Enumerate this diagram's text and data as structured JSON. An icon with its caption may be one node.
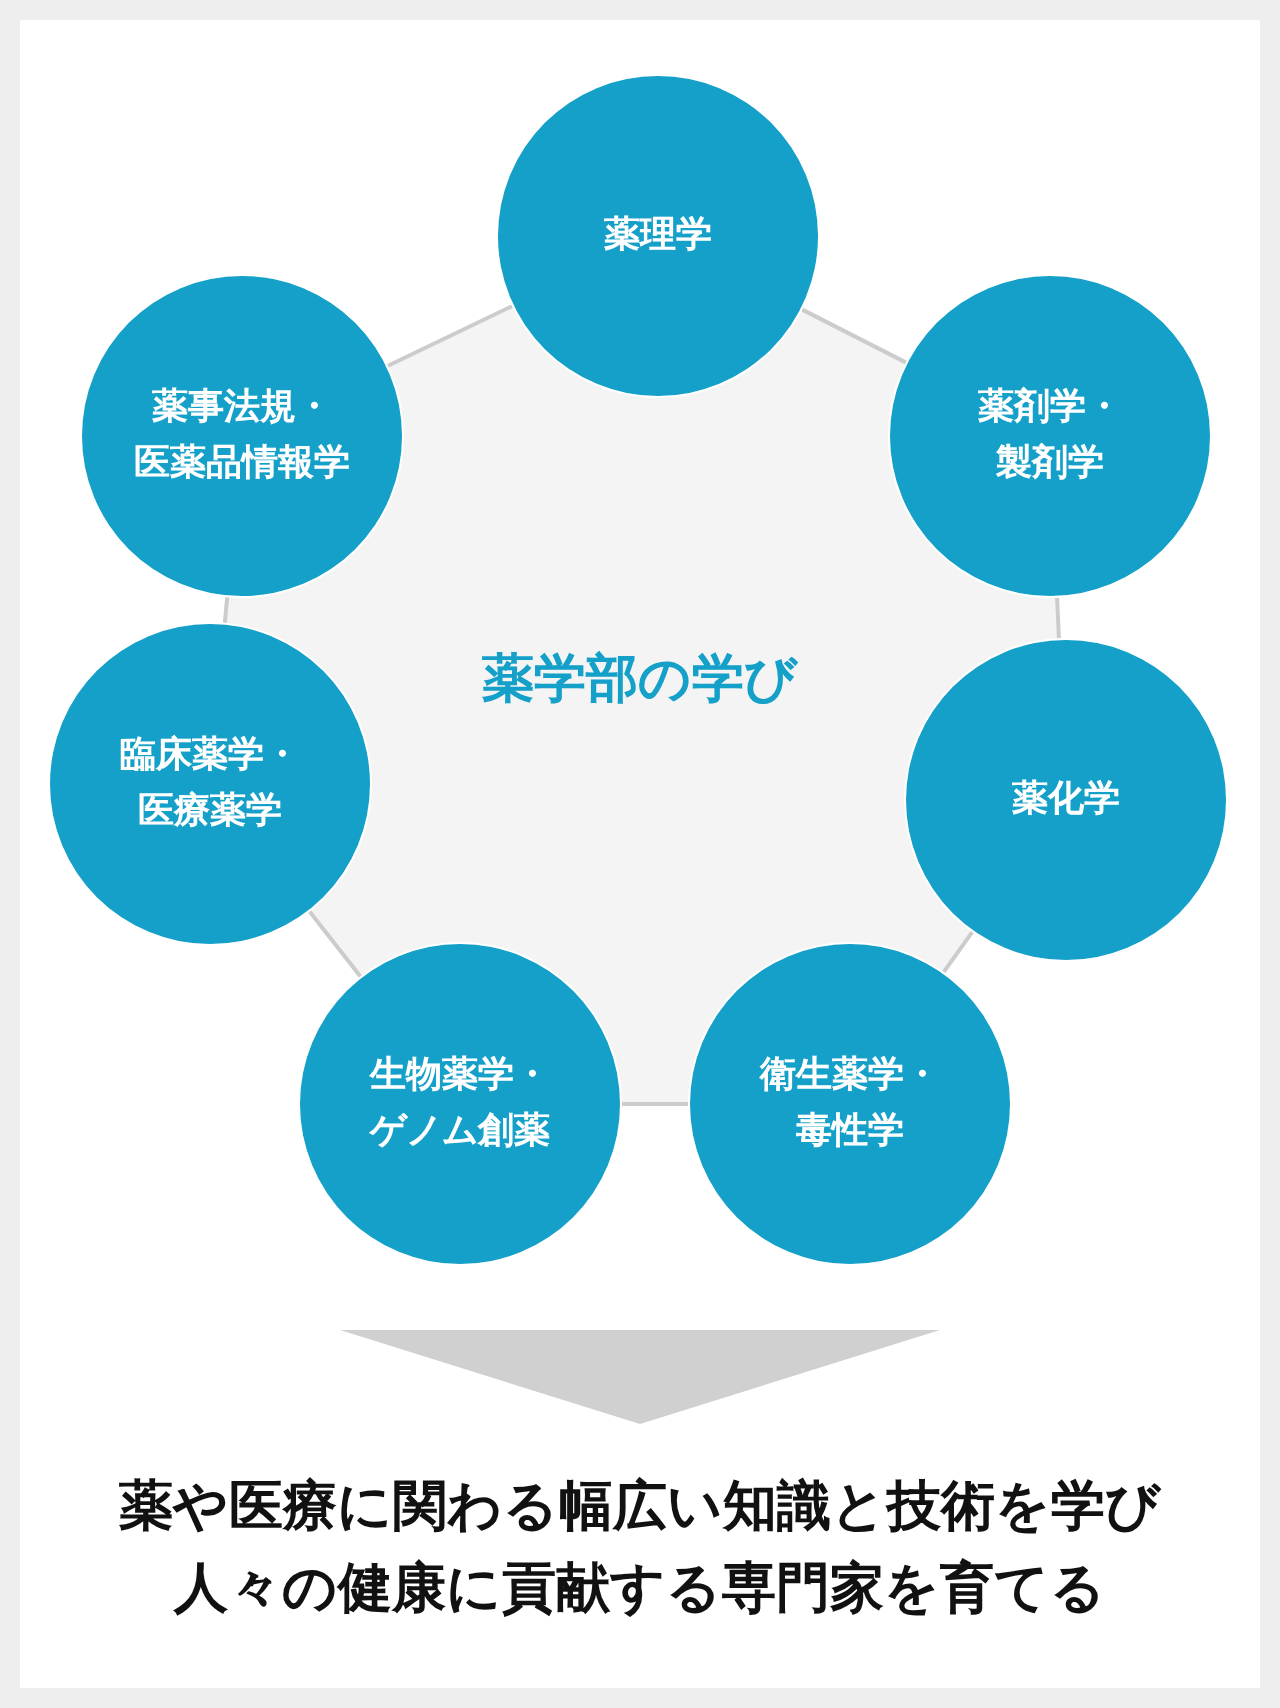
{
  "diagram": {
    "nodes": [
      {
        "text": [
          "薬学部の学び"
        ]
      },
      {
        "text": [
          "薬理学"
        ]
      },
      {
        "text": [
          "薬剤学・製剤学"
        ]
      },
      {
        "text": [
          "薬化学"
        ]
      },
      {
        "text": [
          "衛生薬学・毒性学"
        ]
      },
      {
        "text": [
          "生物薬学・ゲノム創薬"
        ]
      },
      {
        "text": [
          "臨床薬学・医療薬学"
        ]
      },
      {
        "text": [
          "薬事法規・医薬品情報学"
        ]
      },
      {
        "text": [
          "薬や医療に関わる幅広い知識と技術を学び人々の健康に貢献する専門家を育てる"
        ]
      }
    ],
    "edges": [
      {
        "from": 0,
        "to": 8,
        "arrow": "to"
      }
    ]
  }
}
